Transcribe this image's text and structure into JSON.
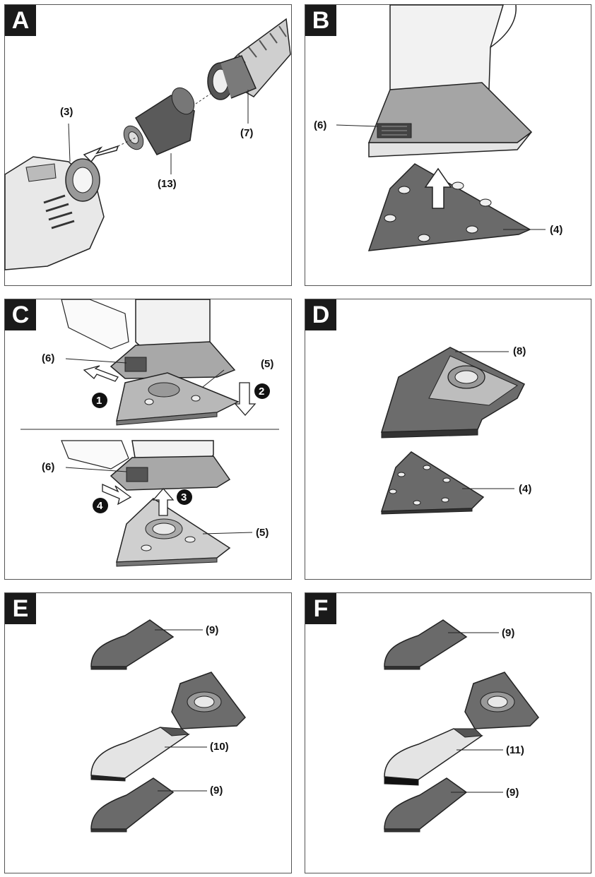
{
  "panels": {
    "A": {
      "letter": "A",
      "labels": {
        "l3": "(3)",
        "l7": "(7)",
        "l13": "(13)"
      }
    },
    "B": {
      "letter": "B",
      "labels": {
        "l6": "(6)",
        "l4": "(4)"
      }
    },
    "C": {
      "letter": "C",
      "labels": {
        "l6a": "(6)",
        "l5a": "(5)",
        "l6b": "(6)",
        "l5b": "(5)"
      },
      "steps": {
        "s1": "1",
        "s2": "2",
        "s3": "3",
        "s4": "4"
      }
    },
    "D": {
      "letter": "D",
      "labels": {
        "l8": "(8)",
        "l4": "(4)"
      }
    },
    "E": {
      "letter": "E",
      "labels": {
        "l9a": "(9)",
        "l10": "(10)",
        "l9b": "(9)"
      }
    },
    "F": {
      "letter": "F",
      "labels": {
        "l9a": "(9)",
        "l11": "(11)",
        "l9b": "(9)"
      }
    }
  },
  "colors": {
    "pad": "#6a6a6a",
    "plate": "#8c8c8c",
    "outline": "#222222",
    "light": "#d8d8d8"
  }
}
